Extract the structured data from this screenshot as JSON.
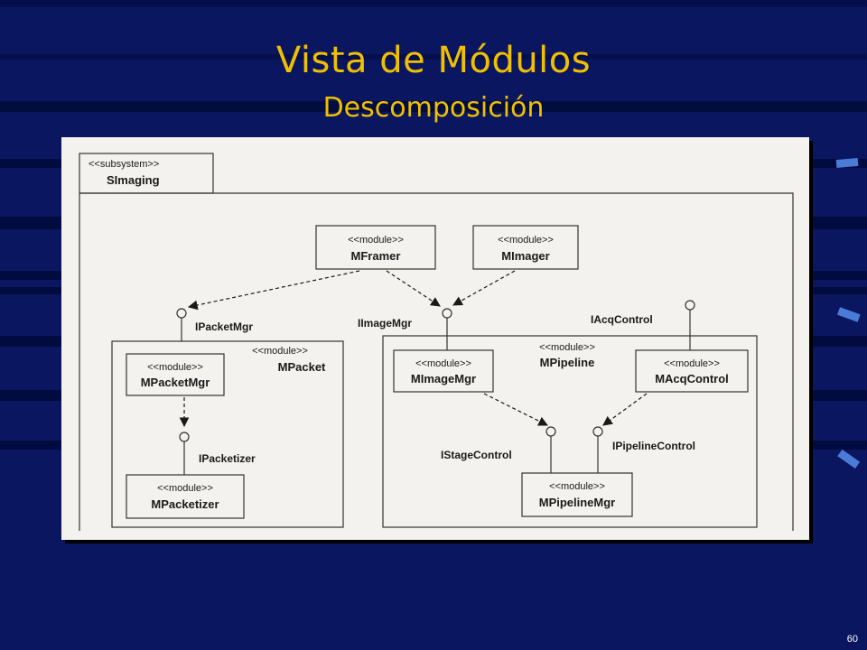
{
  "slide": {
    "title": "Vista de Módulos",
    "subtitle": "Descomposición",
    "number": "60"
  },
  "colors": {
    "background": "#0a1660",
    "stripe": "#000a3a",
    "title": "#f0c000",
    "accent_dash": "#4a7bd6"
  },
  "diagram": {
    "subsystem": {
      "stereotype": "<<subsystem>>",
      "name": "SImaging"
    },
    "packet": {
      "stereotype": "<<module>>",
      "name": "MPacket"
    },
    "pipeline": {
      "stereotype": "<<module>>",
      "name": "MPipeline"
    },
    "modules": {
      "framer": {
        "stereotype": "<<module>>",
        "name": "MFramer"
      },
      "imager": {
        "stereotype": "<<module>>",
        "name": "MImager"
      },
      "packetmgr": {
        "stereotype": "<<module>>",
        "name": "MPacketMgr"
      },
      "packetizer": {
        "stereotype": "<<module>>",
        "name": "MPacketizer"
      },
      "imagemgr": {
        "stereotype": "<<module>>",
        "name": "MImageMgr"
      },
      "acqcontrol": {
        "stereotype": "<<module>>",
        "name": "MAcqControl"
      },
      "pipelinemgr": {
        "stereotype": "<<module>>",
        "name": "MPipelineMgr"
      }
    },
    "interfaces": {
      "ipacketmgr": "IPacketMgr",
      "iimagemgr": "IImageMgr",
      "iacqcontrol": "IAcqControl",
      "ipacketizer": "IPacketizer",
      "istagecontrol": "IStageControl",
      "ipipelinecontrol": "IPipelineControl"
    }
  }
}
